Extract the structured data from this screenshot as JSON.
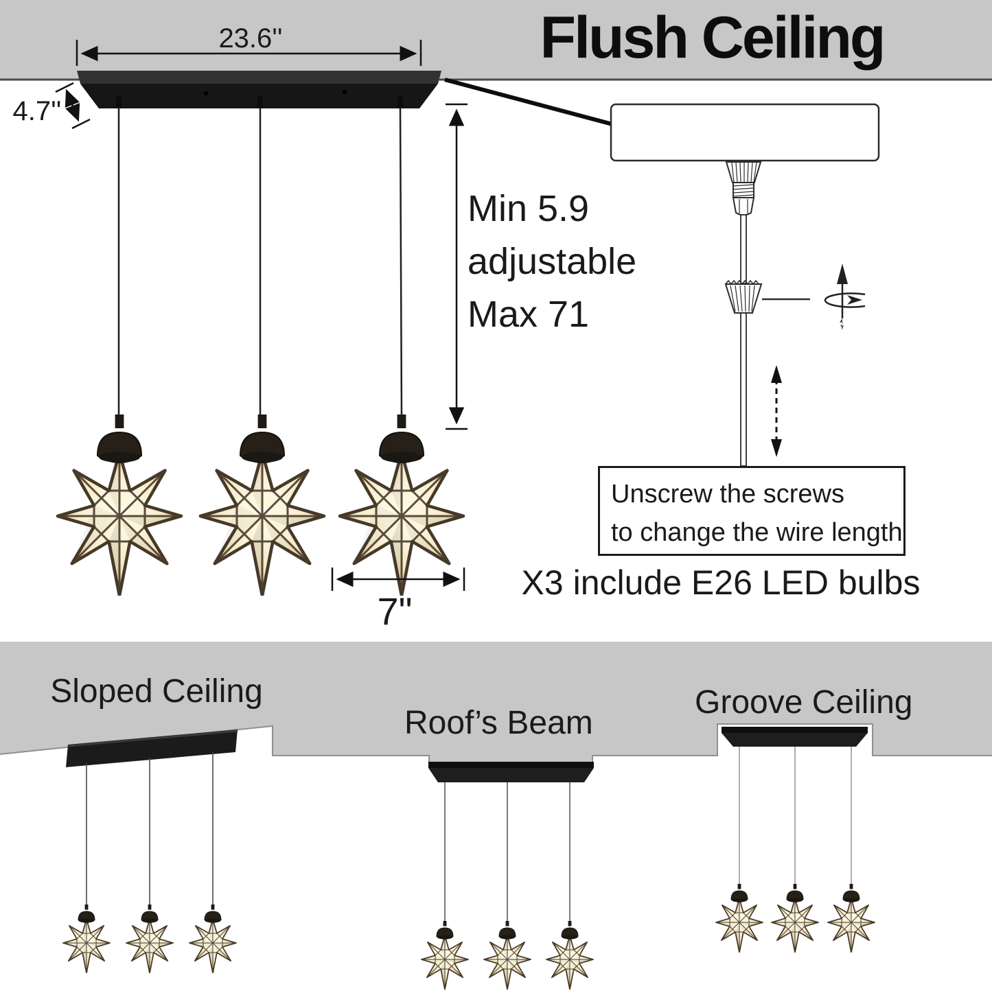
{
  "header": {
    "title": "Flush Ceiling"
  },
  "main_diagram": {
    "canopy_width": "23.6''",
    "canopy_depth": "4.7''",
    "drop": {
      "min": "Min 5.9",
      "mid": "adjustable",
      "max": "Max 71"
    },
    "shade_width": "7\""
  },
  "detail": {
    "note_line1": "Unscrew the screws",
    "note_line2": "to change the wire length",
    "bulbs_note": "X3 include E26 LED bulbs"
  },
  "mounting_options": [
    {
      "label": "Sloped Ceiling"
    },
    {
      "label": "Roof’s Beam"
    },
    {
      "label": "Groove Ceiling"
    }
  ],
  "icons": {
    "rotate": "rotate-direction-icon",
    "adjust": "adjustable-length-arrow-icon",
    "pointer": "callout-pointer-arrow-icon"
  },
  "colors": {
    "ceiling_gray": "#c7c7c7",
    "line_black": "#1a1a1a",
    "bar_black": "#1b1b1b",
    "glass_warm": "#f3e9c9",
    "frame_bronze": "#46392a",
    "cord_gray": "#9a9a9a"
  }
}
